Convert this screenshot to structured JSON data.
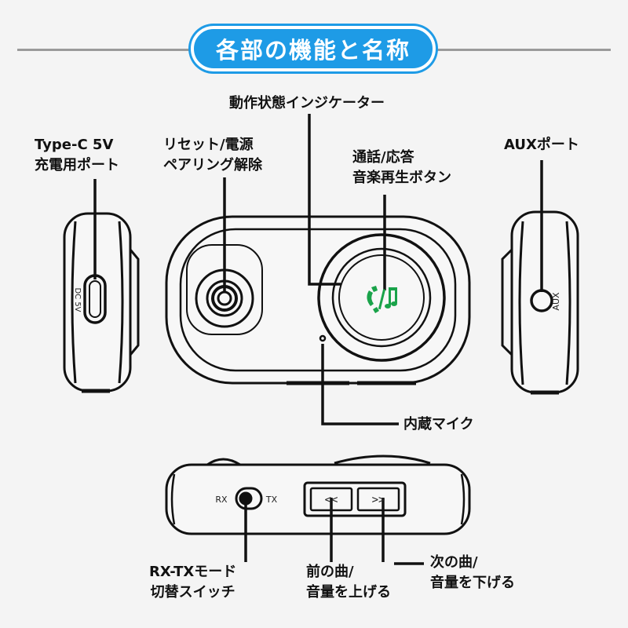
{
  "title": "各部の機能と名称",
  "colors": {
    "accent": "#1e9be6",
    "line": "#111111",
    "icon_green": "#1aa34a",
    "background": "#f4f4f4"
  },
  "labels": {
    "typec": {
      "line1": "Type-C 5V",
      "line2": "充電用ポート"
    },
    "reset": {
      "line1": "リセット/電源",
      "line2": "ペアリング解除"
    },
    "indicator": {
      "line1": "動作状態インジケーター"
    },
    "call": {
      "line1": "通話/応答",
      "line2": "音楽再生ボタン"
    },
    "aux": {
      "line1": "AUXポート"
    },
    "mic": {
      "line1": "内蔵マイク"
    },
    "switch": {
      "line1": "RX-TXモード",
      "line2": "切替スイッチ"
    },
    "prev": {
      "line1": "前の曲/",
      "line2": "音量を上げる"
    },
    "next": {
      "line1": "次の曲/",
      "line2": "音量を下げる"
    }
  },
  "device_text": {
    "dc5v": "DC 5V",
    "aux": "AUX",
    "rx": "RX",
    "tx": "TX",
    "prev_symbol": "<<",
    "next_symbol": ">>"
  },
  "icons": [
    "phone-music-icon"
  ]
}
